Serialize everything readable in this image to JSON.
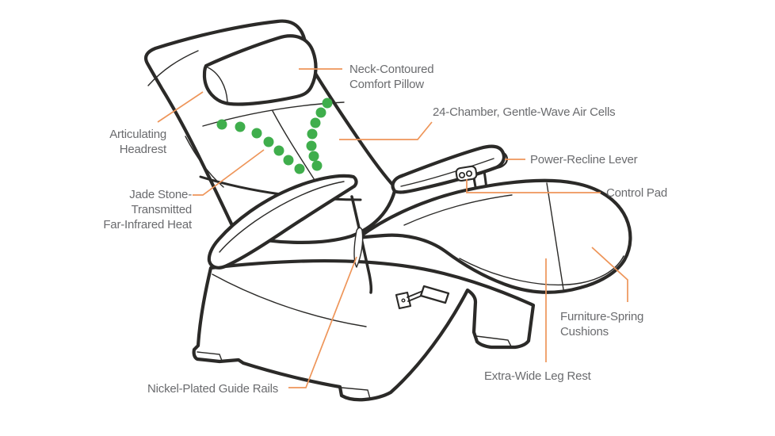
{
  "diagram_title": "Recliner feature callout diagram",
  "colors": {
    "line": "#2b2a28",
    "accent": "#ee9559",
    "heat_dots": "#3fae4c",
    "label_text": "#6a6b6e",
    "background": "#ffffff"
  },
  "labels": [
    {
      "id": "neck-pillow",
      "lines": [
        "Neck-Contoured",
        "Comfort Pillow"
      ]
    },
    {
      "id": "air-cells",
      "lines": [
        "24-Chamber, Gentle-Wave Air Cells"
      ]
    },
    {
      "id": "articulating-headrest",
      "lines": [
        "Articulating",
        "Headrest"
      ]
    },
    {
      "id": "jade-heat",
      "lines": [
        "Jade Stone-",
        "Transmitted",
        "Far-Infrared Heat"
      ]
    },
    {
      "id": "power-lever",
      "lines": [
        "Power-Recline Lever"
      ]
    },
    {
      "id": "control-pad",
      "lines": [
        "Control Pad"
      ]
    },
    {
      "id": "furniture-cushions",
      "lines": [
        "Furniture-Spring",
        "Cushions"
      ]
    },
    {
      "id": "leg-rest",
      "lines": [
        "Extra-Wide Leg Rest"
      ]
    },
    {
      "id": "guide-rails",
      "lines": [
        "Nickel-Plated Guide Rails"
      ]
    }
  ]
}
